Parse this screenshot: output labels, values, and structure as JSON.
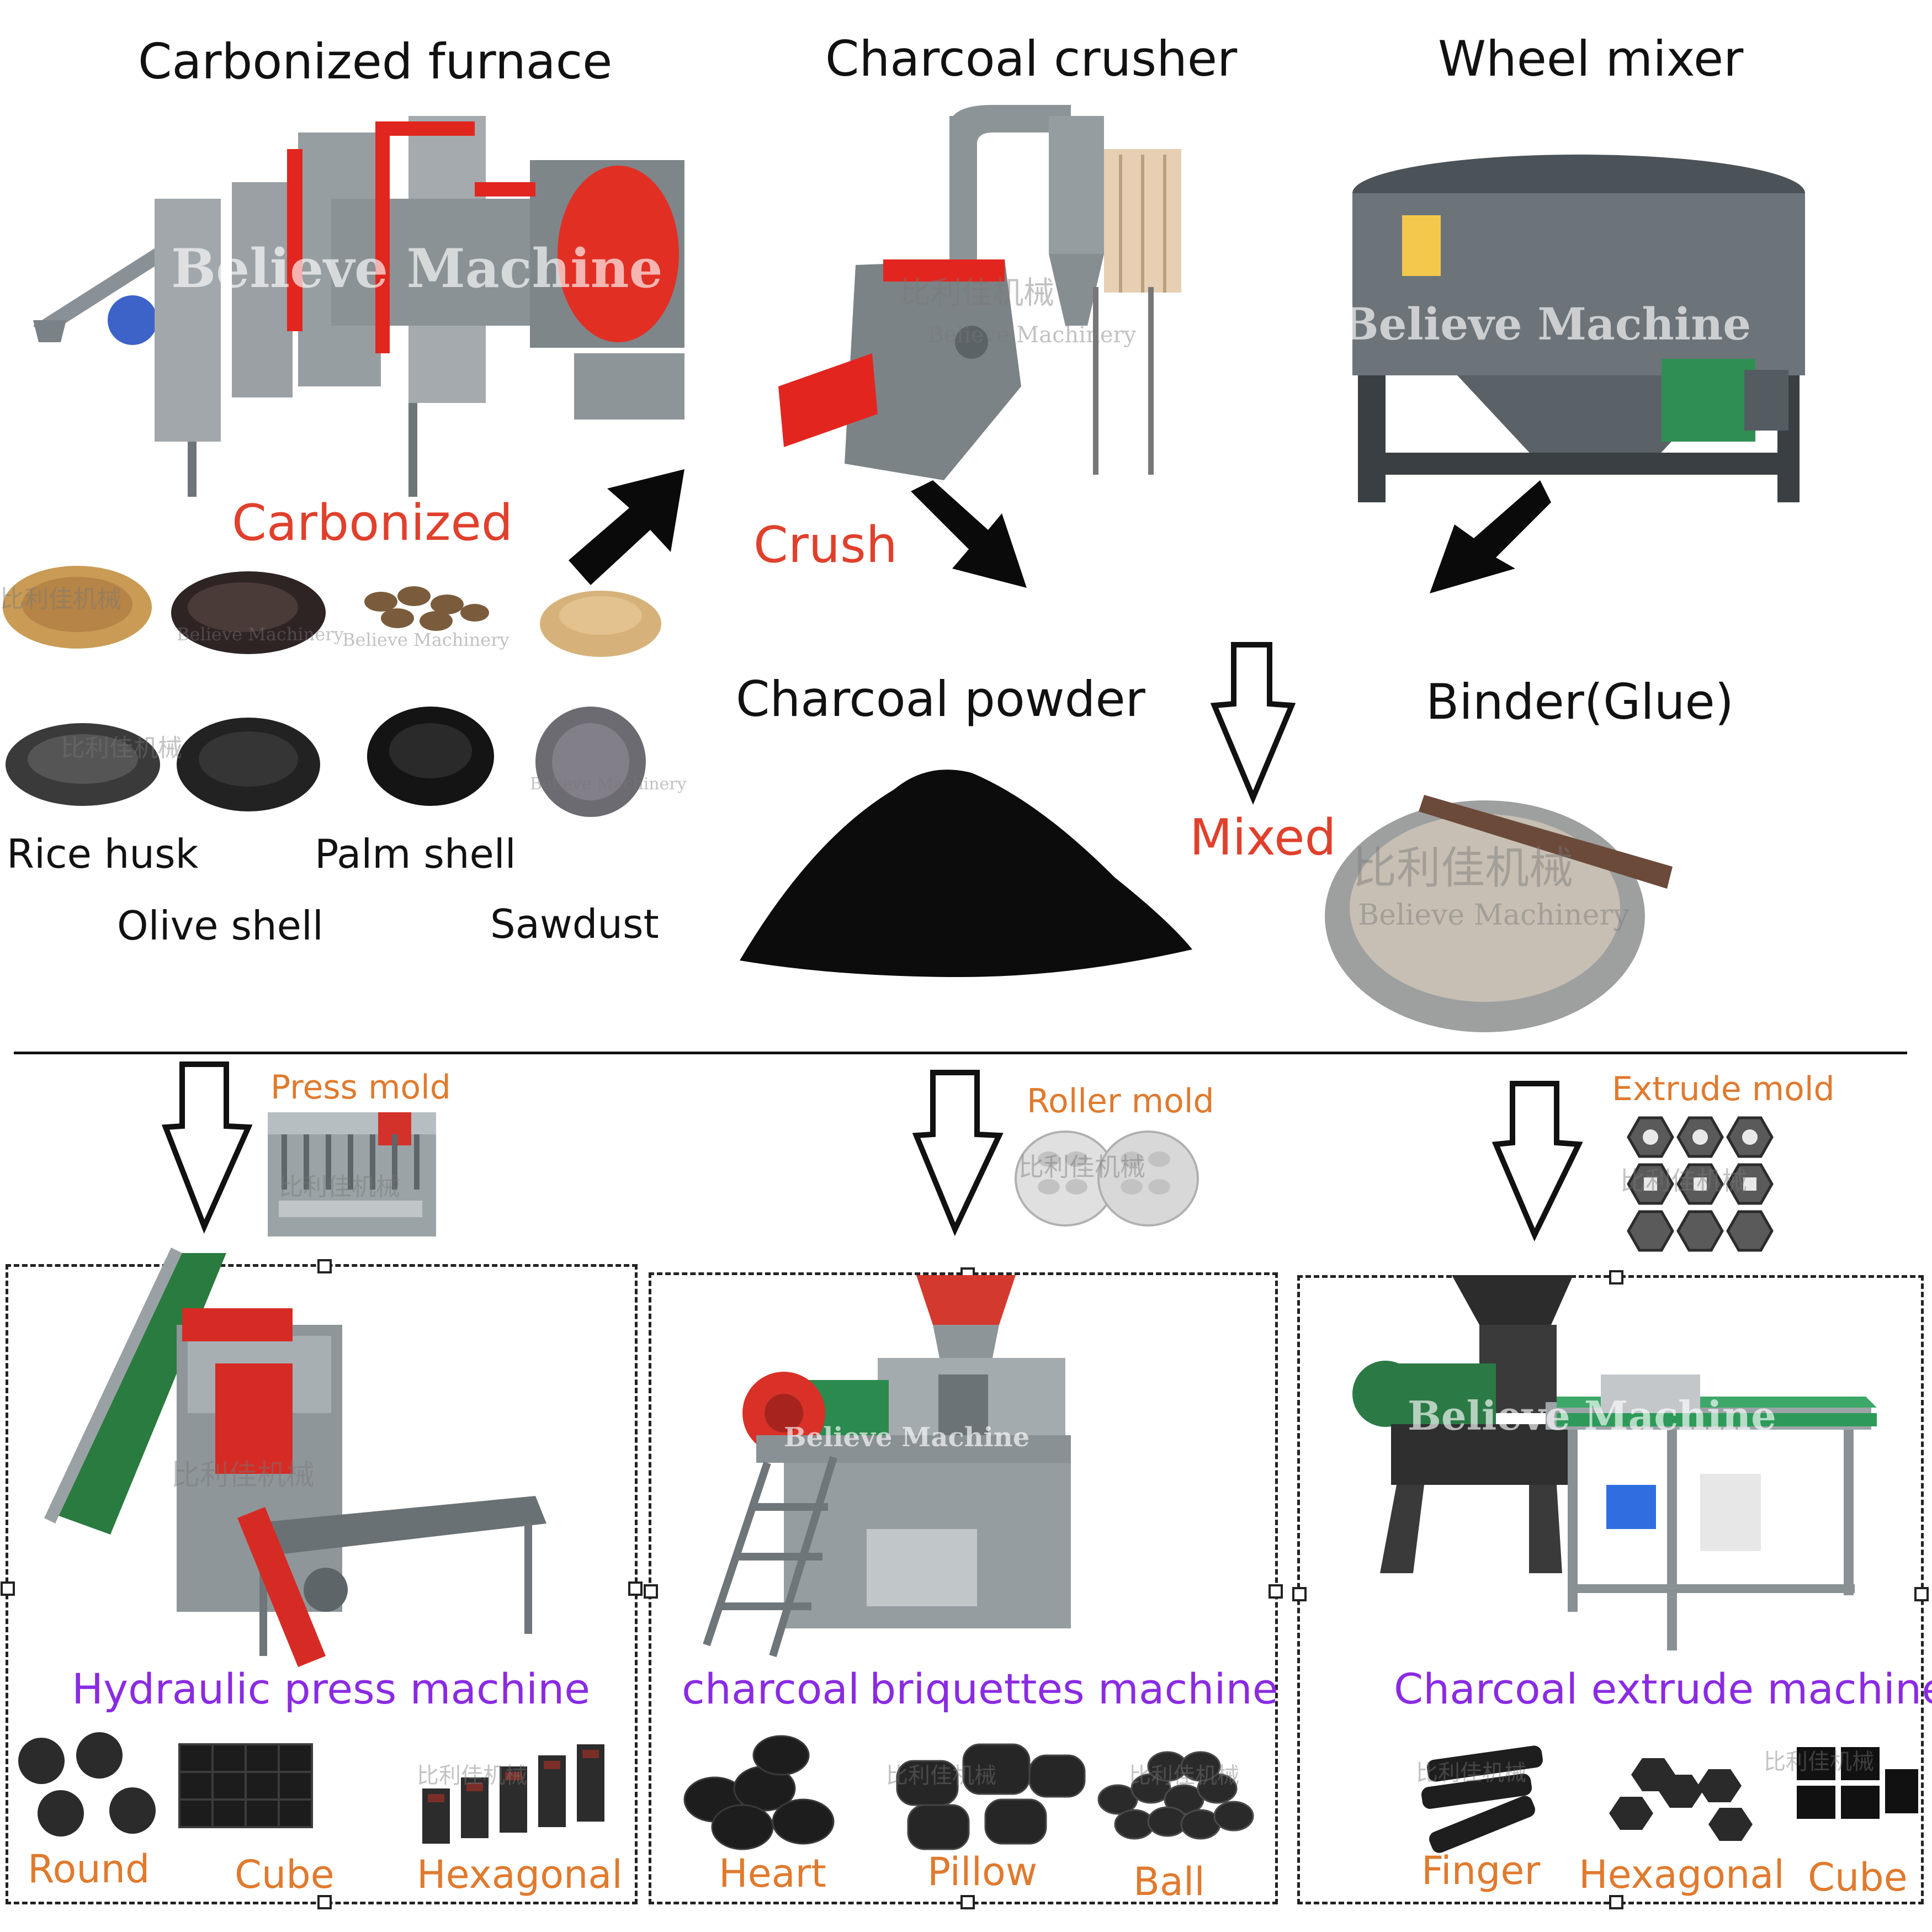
{
  "machines_top": {
    "furnace": "Carbonized furnace",
    "crusher": "Charcoal crusher",
    "mixer": "Wheel mixer"
  },
  "steps": {
    "carbonized": "Carbonized",
    "crush": "Crush",
    "mixed": "Mixed"
  },
  "materials": {
    "rice_husk": "Rice husk",
    "palm_shell": "Palm shell",
    "olive_shell": "Olive shell",
    "sawdust": "Sawdust"
  },
  "products": {
    "charcoal_powder": "Charcoal powder",
    "binder": "Binder(Glue)"
  },
  "watermarks": {
    "believe_machine": "Believe Machine",
    "believe_machinery": "Believe Machinery",
    "chinese": "比利佳机械"
  },
  "molds": {
    "press": "Press mold",
    "roller": "Roller mold",
    "extrude": "Extrude mold"
  },
  "machines_bottom": {
    "hydraulic": "Hydraulic press machine",
    "briquette_a": "charcoal",
    "briquette_b": "briquettes machine",
    "extrude": "Charcoal extrude machine"
  },
  "shapes": {
    "hydraulic": [
      "Round",
      "Cube",
      "Hexagonal"
    ],
    "briquette": [
      "Heart",
      "Pillow",
      "Ball"
    ],
    "extrude": [
      "Finger",
      "Hexagonal",
      "Cube"
    ]
  },
  "colors": {
    "step_red": "#e0402c",
    "mold_orange": "#e07a2e",
    "machine_purple": "#8a2be2"
  }
}
